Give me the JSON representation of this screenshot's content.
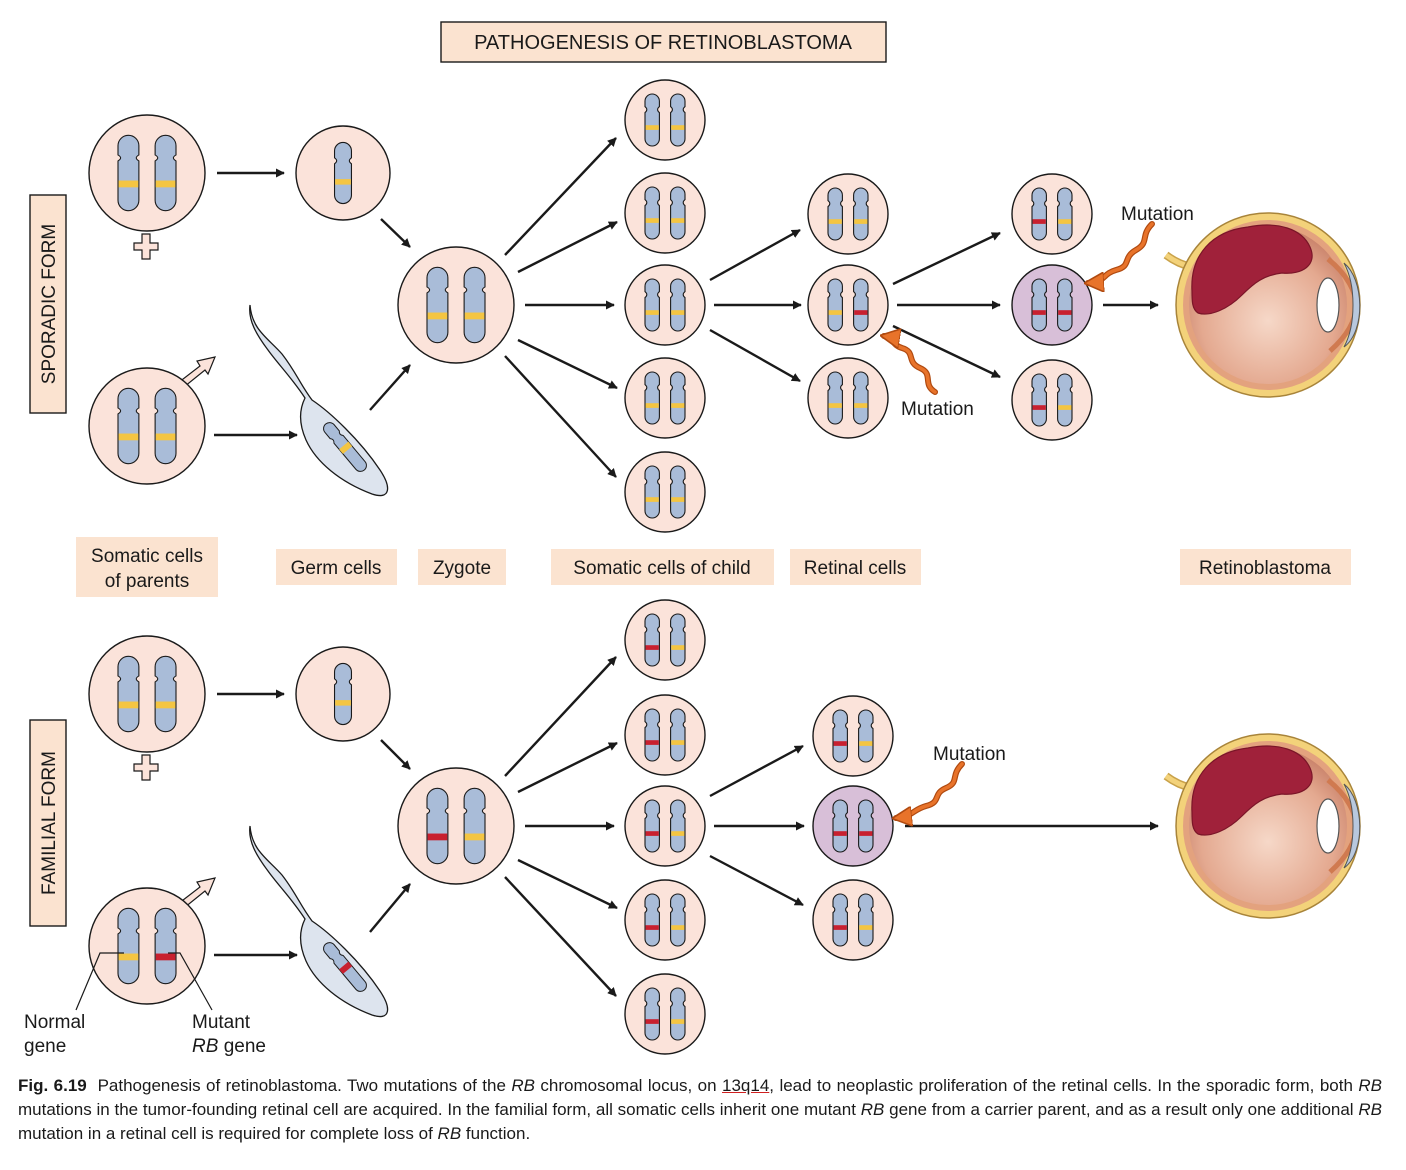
{
  "title": "PATHOGENESIS OF RETINOBLASTOMA",
  "forms": {
    "sporadic": "SPORADIC FORM",
    "familial": "FAMILIAL FORM"
  },
  "stages": {
    "somatic_parents": [
      "Somatic cells",
      "of parents"
    ],
    "germ": "Germ cells",
    "zygote": "Zygote",
    "somatic_child": "Somatic cells of child",
    "retinal": "Retinal cells",
    "tumor": "Retinoblastoma"
  },
  "labels": {
    "mutation": "Mutation",
    "normal_gene": [
      "Normal",
      "gene"
    ],
    "mutant_gene_line1": "Mutant",
    "mutant_gene_italic": "RB",
    "mutant_gene_rest": "gene"
  },
  "caption": {
    "fig": "Fig. 6.19",
    "p1": "Pathogenesis of retinoblastoma. Two mutations of the",
    "rb": "RB",
    "p2": "chromosomal locus, on",
    "locus": "13q14",
    "p3": ", lead to neoplastic proliferation of the retinal cells. In the sporadic form, both",
    "p4": "mutations in the tumor-founding retinal cell are acquired. In the familial form, all somatic cells inherit one mutant",
    "p5": "gene from a carrier parent, and as a result only one additional",
    "p6": "mutation in a retinal cell is required for complete loss of",
    "p7": "function."
  },
  "colors": {
    "cell_fill": "#fbe3da",
    "mutant_cell_fill": "#d8bfd8",
    "chromosome": "#a9bcd8",
    "normal_band": "#f4c542",
    "mutant_band": "#c8202f",
    "label_bg": "#fbe3d0",
    "mutation_arrow": "#e8732a",
    "tumor": "#a0213a"
  }
}
